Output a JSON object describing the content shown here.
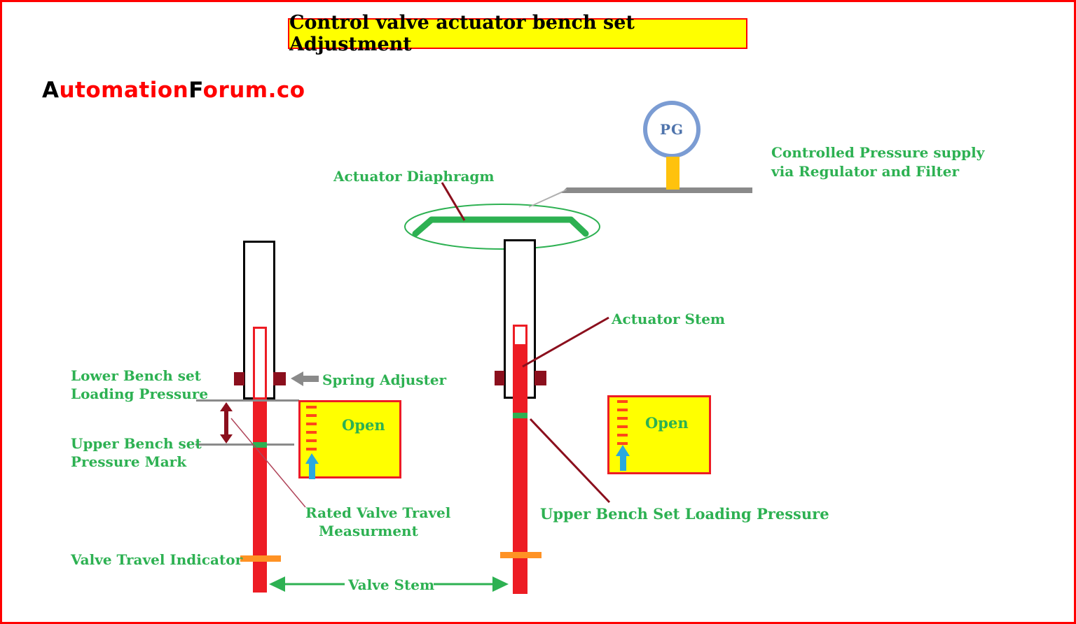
{
  "title": {
    "text": "Control valve actuator bench set Adjustment"
  },
  "logo": {
    "part1": "A",
    "part2": "utomation",
    "part3": "F",
    "part4": "orum.co"
  },
  "gauge": {
    "label": "PG"
  },
  "labels": {
    "actuator_diaphragm": "Actuator Diaphragm",
    "controlled_pressure_line1": "Controlled Pressure supply",
    "controlled_pressure_line2": "via Regulator and Filter",
    "actuator_stem": "Actuator Stem",
    "lower_bench_line1": "Lower Bench set",
    "lower_bench_line2": "Loading Pressure",
    "spring_adjuster": "Spring Adjuster",
    "upper_bench_mark_line1": "Upper Bench set",
    "upper_bench_mark_line2": "Pressure Mark",
    "open_left": "Open",
    "open_right": "Open",
    "rated_travel_line1": "Rated Valve Travel",
    "rated_travel_line2": "Measurment",
    "upper_bench_loading": "Upper Bench Set Loading Pressure",
    "valve_travel_indicator": "Valve Travel Indicator",
    "valve_stem": "Valve Stem"
  },
  "colors": {
    "frame_border": "#ff0000",
    "label_green": "#2db152",
    "shape_green": "#2db152",
    "stem_red": "#ed1c24",
    "maroon": "#8b0f1d",
    "gray": "#8a8a8a",
    "orange_indicator": "#ff9224",
    "yellow_box": "#ffff00",
    "tick_red": "#ff4719",
    "blue_arrow": "#29a8e0",
    "gauge_ring_blue": "#7b9cd3",
    "gauge_text_blue": "#4f74ac",
    "gauge_stem_yellow": "#ffc20d"
  }
}
